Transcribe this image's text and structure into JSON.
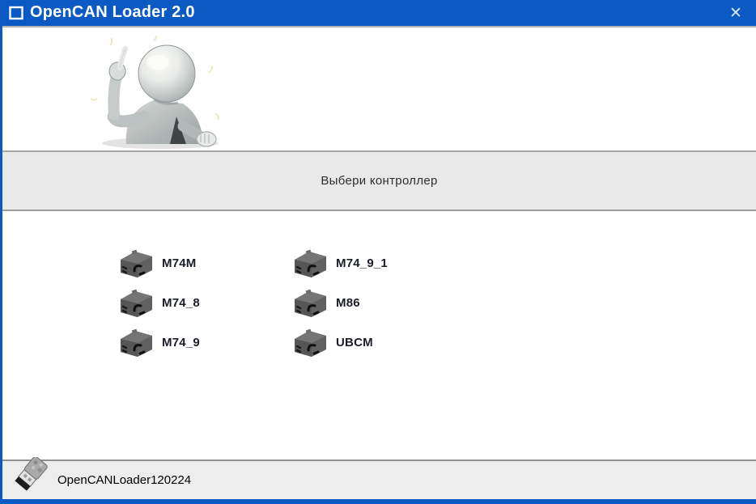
{
  "window": {
    "title": "OpenCAN Loader 2.0"
  },
  "titlebar": {
    "close_icon": "✕"
  },
  "banner": {
    "text": "Выбери контроллер"
  },
  "controllers": [
    {
      "label": "M74M"
    },
    {
      "label": "M74_9_1"
    },
    {
      "label": "M74_8"
    },
    {
      "label": "M86"
    },
    {
      "label": "M74_9"
    },
    {
      "label": "UBCM"
    }
  ],
  "statusbar": {
    "text": "OpenCANLoader120224"
  },
  "icons": {
    "app": "chip-frame-icon",
    "close": "close-icon",
    "controller": "can-module-icon",
    "usb": "usb-plug-icon",
    "mascot": "pointing-figure"
  },
  "colors": {
    "accent_blue": "#0b5ac3",
    "banner_bg": "#e9e9e9",
    "statusbar_bg": "#ededed",
    "module_gray": "#616161"
  }
}
